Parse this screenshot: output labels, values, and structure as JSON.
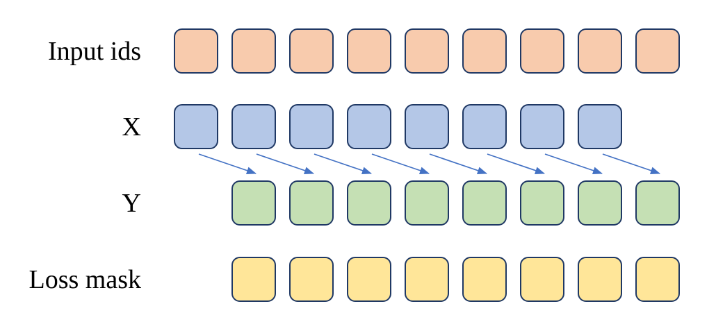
{
  "diagram": {
    "background": "#FFFFFF",
    "cell_border_color": "#1F3864",
    "arrow_color": "#4472C4",
    "rows": [
      {
        "id": "input-ids",
        "label": "Input ids",
        "cell_count": 9,
        "fill": "#F8CBAD",
        "col_offset": 0
      },
      {
        "id": "x",
        "label": "X",
        "cell_count": 8,
        "fill": "#B4C7E7",
        "col_offset": 0
      },
      {
        "id": "y",
        "label": "Y",
        "cell_count": 8,
        "fill": "#C5E0B4",
        "col_offset": 1
      },
      {
        "id": "loss-mask",
        "label": "Loss mask",
        "cell_count": 8,
        "fill": "#FFE699",
        "col_offset": 1
      }
    ],
    "arrows": {
      "count": 8,
      "from_row": "x",
      "to_row": "y",
      "shift": 1
    }
  }
}
